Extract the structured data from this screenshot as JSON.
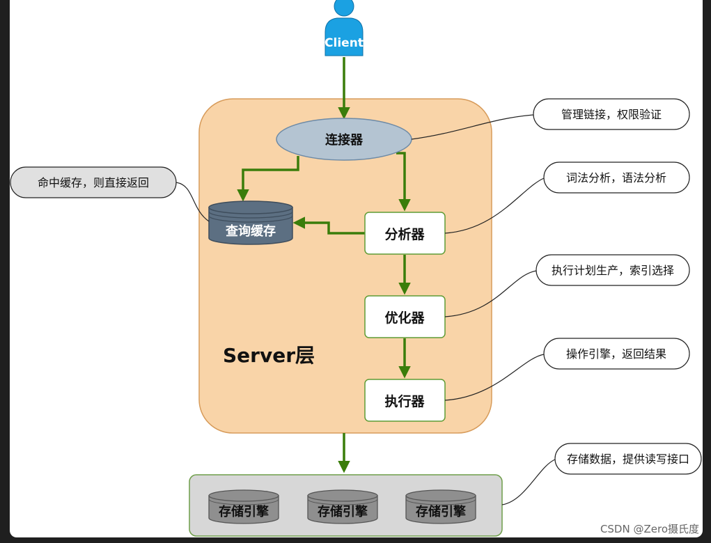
{
  "client": {
    "label": "Client"
  },
  "server": {
    "layer_label": "Server层",
    "connector": "连接器",
    "query_cache": "查询缓存",
    "analyzer": "分析器",
    "optimizer": "优化器",
    "executor": "执行器"
  },
  "storage": {
    "engines": [
      "存储引擎",
      "存储引擎",
      "存储引擎"
    ]
  },
  "notes": {
    "connector": "管理链接，权限验证",
    "cache": "命中缓存，则直接返回",
    "analyzer": "词法分析，语法分析",
    "optimizer": "执行计划生产，索引选择",
    "executor": "操作引擎，返回结果",
    "storage": "存储数据，提供读写接口"
  },
  "watermark": "CSDN @Zero摄氏度",
  "colors": {
    "arrow": "#3a7d0a",
    "server_fill": "#f9d4a8",
    "server_stroke": "#d79b5a",
    "connector_fill": "#b4c4d2",
    "cache_fill": "#5c6f82",
    "node_stroke": "#5e9c35",
    "storage_fill": "#d7d7d7",
    "engine_fill": "#8f8f8f",
    "client_fill": "#1ba1e2"
  }
}
